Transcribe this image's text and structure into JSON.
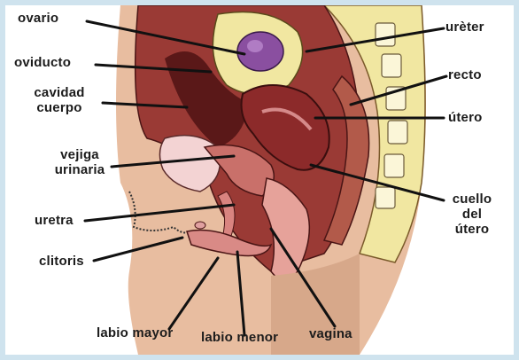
{
  "diagram": {
    "labels": {
      "ovario": "ovario",
      "oviducto": "oviducto",
      "cavidad_line1": "cavidad",
      "cavidad_line2": "cuerpo",
      "vejiga_line1": "vejiga",
      "vejiga_line2": "urinaria",
      "uretra": "uretra",
      "clitoris": "clitoris",
      "labio_mayor": "labio mayor",
      "labio_menor": "labio menor",
      "vagina": "vagina",
      "ureter": "urèter",
      "recto": "recto",
      "utero": "útero",
      "cuello_line1": "cuello",
      "cuello_line2": "del",
      "cuello_line3": "útero"
    },
    "colors": {
      "frame": "#cfe3ee",
      "skin": "#e8bda0",
      "tissue_dark": "#6e1f1f",
      "tissue_mid": "#9a3a35",
      "uterus": "#8c2a2a",
      "yellow_fat": "#f1e7a1",
      "ovary": "#8a4fa0",
      "bladder": "#f3d3d3",
      "line": "#111111"
    }
  }
}
